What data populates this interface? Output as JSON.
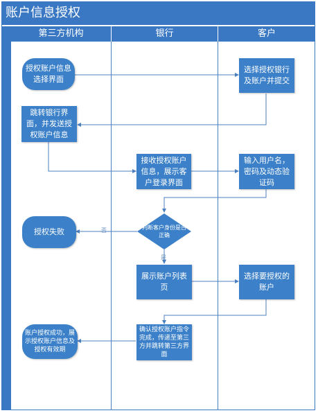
{
  "title": "账户信息授权",
  "lanes": [
    "第三方机构",
    "银行",
    "客户"
  ],
  "nodes": {
    "n1": "授权账户信息选择界面",
    "n2": "选择授权银行及账户并提交",
    "n3": "跳转银行界面，并发送授权账户信息",
    "n4": "接收授权账户信息，展示客户登录界面",
    "n5": "输入用户名，密码及动态验证码",
    "n6": "判断客户身份是否正确",
    "n7": "授权失败",
    "n8": "展示账户列表页",
    "n9": "选择要授权的账户",
    "n10": "确认授权账户指令完成，传递至第三方并跳转第三方界面",
    "n11": "账户授权成功，展示授权账户信息及授权有效期"
  },
  "branches": {
    "no": "否",
    "yes": "是"
  },
  "colors": {
    "header": "#3a78c4",
    "node": "#3b80c8",
    "line": "#4a7fc0"
  }
}
